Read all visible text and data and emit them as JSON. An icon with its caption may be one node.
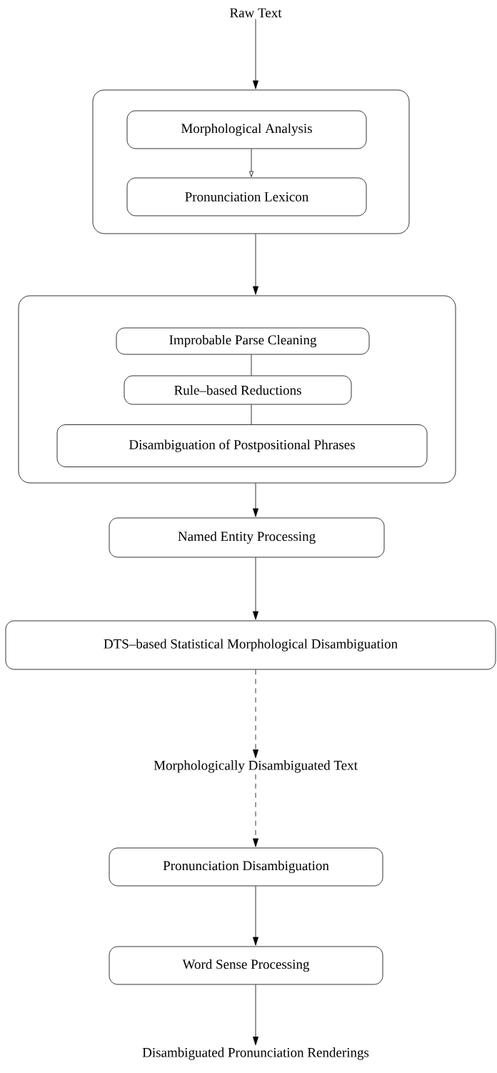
{
  "diagram": {
    "nodes": [
      {
        "text": [
          "Raw Text"
        ]
      },
      {
        "text": [],
        "shape": "box"
      },
      {
        "text": [
          "Morphological Analysis"
        ],
        "in": 1
      },
      {
        "text": [
          "Pronunciation Lexicon"
        ],
        "in": 1
      },
      {
        "text": [],
        "shape": "box"
      },
      {
        "text": [
          "Improbable Parse Cleaning"
        ],
        "in": 4
      },
      {
        "text": [
          "Rule–based Reductions"
        ],
        "in": 4
      },
      {
        "text": [
          "Disambiguation of Postpositional Phrases"
        ],
        "in": 4
      },
      {
        "text": [
          "Named Entity Processing"
        ]
      },
      {
        "text": [
          "DTS–based Statistical Morphological Disambiguation"
        ]
      },
      {
        "text": [
          "Morphologically Disambiguated Text"
        ]
      },
      {
        "text": [
          "Pronunciation Disambiguation"
        ]
      },
      {
        "text": [
          "Word Sense Processing"
        ]
      },
      {
        "text": [
          "Disambiguated Pronunciation Renderings"
        ]
      }
    ],
    "edges": [
      {
        "from": 0,
        "to": 1,
        "arrow": "to"
      },
      {
        "from": 2,
        "to": 3,
        "arrow": "to"
      },
      {
        "from": 1,
        "to": 4,
        "arrow": "to"
      },
      {
        "from": 5,
        "to": 6,
        "arrow": "none"
      },
      {
        "from": 6,
        "to": 7,
        "arrow": "none"
      },
      {
        "from": 4,
        "to": 8,
        "arrow": "to"
      },
      {
        "from": 8,
        "to": 9,
        "arrow": "to"
      },
      {
        "from": 9,
        "to": 10,
        "arrow": "to",
        "style": "dashed"
      },
      {
        "from": 10,
        "to": 11,
        "arrow": "to",
        "style": "dashed"
      },
      {
        "from": 11,
        "to": 12,
        "arrow": "to"
      },
      {
        "from": 12,
        "to": 13,
        "arrow": "to"
      }
    ]
  }
}
